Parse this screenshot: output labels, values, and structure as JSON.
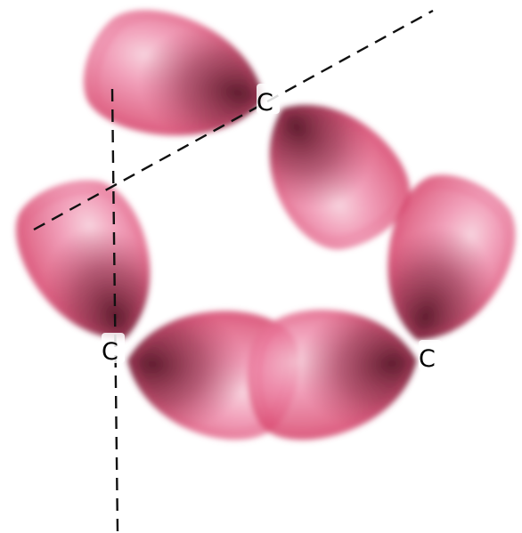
{
  "diagram": {
    "atoms": {
      "top": {
        "label": "C"
      },
      "left": {
        "label": "C"
      },
      "right": {
        "label": "C"
      }
    },
    "colors": {
      "lobe_light": "#f19ab7",
      "lobe_mid": "#d9486f",
      "lobe_dark": "#6e2036",
      "lobe_edge": "#e64d7b",
      "axis_line": "#111111",
      "background": "#ffffff"
    }
  }
}
